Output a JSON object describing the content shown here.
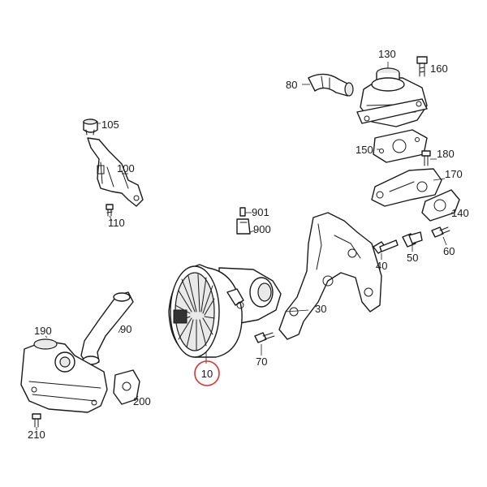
{
  "diagram": {
    "highlight_color": "#e03030",
    "highlighted_part": "10",
    "callouts": [
      {
        "id": "10"
      },
      {
        "id": "30"
      },
      {
        "id": "40"
      },
      {
        "id": "50"
      },
      {
        "id": "60"
      },
      {
        "id": "70"
      },
      {
        "id": "80"
      },
      {
        "id": "90"
      },
      {
        "id": "100"
      },
      {
        "id": "105"
      },
      {
        "id": "110"
      },
      {
        "id": "130"
      },
      {
        "id": "140"
      },
      {
        "id": "150"
      },
      {
        "id": "160"
      },
      {
        "id": "170"
      },
      {
        "id": "180"
      },
      {
        "id": "190"
      },
      {
        "id": "200"
      },
      {
        "id": "210"
      },
      {
        "id": "900"
      },
      {
        "id": "901"
      }
    ]
  }
}
